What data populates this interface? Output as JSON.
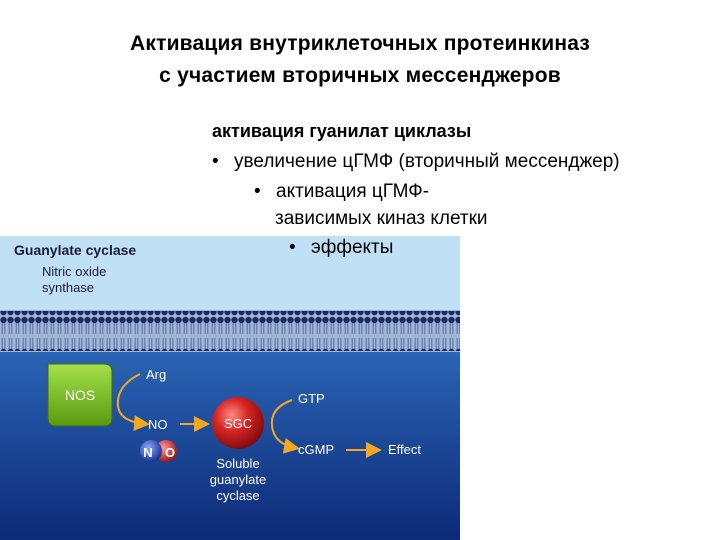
{
  "slide": {
    "title_line1": "Активация внутриклеточных протеинкиназ",
    "title_line2": "с участием вторичных мессенджеров",
    "subheading": "активация гуанилат циклазы",
    "bullets": [
      "увеличение цГМФ (вторичный мессенджер)",
      "активация цГМФ-",
      "зависимых киназ клетки",
      "эффекты"
    ],
    "bullet_glyph": "•"
  },
  "figure": {
    "header": "Guanylate cyclase",
    "subheader_line1": "Nitric oxide",
    "subheader_line2": "synthase",
    "labels": {
      "nos": "NOS",
      "arg": "Arg",
      "no": "NO",
      "n_atom": "N",
      "o_atom": "O",
      "sgc": "SGC",
      "gtp": "GTP",
      "cgmp": "cGMP",
      "effect": "Effect",
      "soluble_1": "Soluble",
      "soluble_2": "guanylate",
      "soluble_3": "cyclase"
    },
    "colors": {
      "sky": "#bfe0f5",
      "membrane_head": "#1f2f6e",
      "cytoplasm_top": "#2a64b4",
      "cytoplasm_bottom": "#0d2a78",
      "nos_green": "#7cc520",
      "sgc_red": "#cc1e1e",
      "arrow_orange": "#f5a623",
      "atom_blue": "#1e3fb0"
    }
  }
}
